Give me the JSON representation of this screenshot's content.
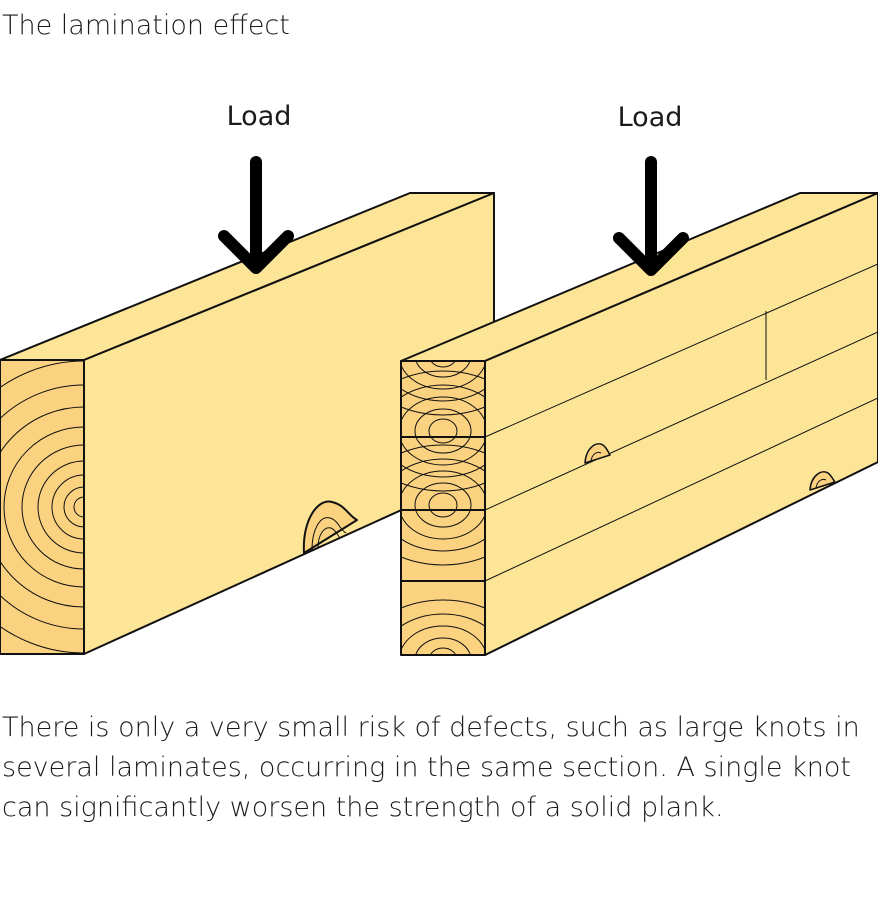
{
  "title": "The lamination effect",
  "diagram": {
    "solid_beam": {
      "load_label": "Load",
      "knots": 1
    },
    "glulam_beam": {
      "load_label": "Load",
      "laminates": 4,
      "knots": 2
    },
    "colors": {
      "side_face": "#fde598",
      "end_face": "#fbd27f",
      "outline": "#111111"
    }
  },
  "caption": "There is only a very small risk of defects, such as large knots in several laminates, occurring in the same section. A single knot can significantly worsen the strength of a solid plank."
}
